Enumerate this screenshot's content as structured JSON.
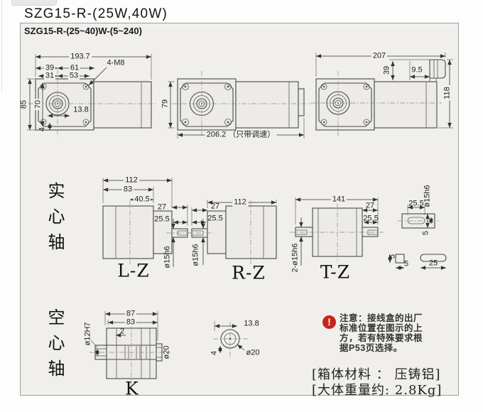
{
  "page": {
    "title": "SZG15-R-(25W,40W)",
    "subtitle": "SZG15-R-(25~40)W-(5~240)"
  },
  "row_labels": {
    "solid_shaft": "实心轴",
    "hollow_shaft": "空心轴"
  },
  "views": {
    "front": {
      "total_length": "193.7",
      "dim_39": "39",
      "dim_31": "31",
      "dim_61": "61",
      "dim_53": "53",
      "bolt_callout": "4-M8",
      "dim_85": "85",
      "dim_70": "70",
      "dim_79": "79",
      "dim_13_8": "13.8",
      "dim_4": "4"
    },
    "side": {
      "total_length": "206.2 （只带调速）"
    },
    "rear": {
      "total_length": "207",
      "dim_39": "39",
      "dim_9_5": "9.5",
      "dim_118": "118"
    },
    "lz": {
      "label": "L-Z",
      "dim_112": "112",
      "dim_83": "83",
      "dim_40_5": "40.5",
      "dim_27": "27",
      "dim_25_5": "25.5",
      "shaft_dia": "ø15h6"
    },
    "rz": {
      "label": "R-Z",
      "dim_112": "112",
      "dim_27": "27",
      "dim_25_5": "25.5",
      "shaft_dia": "ø15h6"
    },
    "tz": {
      "label": "T-Z",
      "dim_141": "141",
      "dim_27": "27",
      "dim_25_5": "25.5",
      "shaft_dia": "2-ø15h6"
    },
    "key_detail": {
      "dim_25_5": "25.5",
      "shaft_dia": "ø15h6",
      "key_width": "5",
      "section_h": "5",
      "section_w": "5",
      "key_length": "25"
    },
    "k": {
      "label": "K",
      "dim_87": "87",
      "dim_83": "83",
      "dim_2": "2",
      "bore_dia": "ø12H7",
      "hub_dia": "ø20"
    },
    "shaft_end": {
      "dim_13_8": "13.8",
      "dim_4": "4",
      "dia": "ø20"
    }
  },
  "note": {
    "icon": "!",
    "line1": "注意：接线盒的出厂",
    "line2": "标准位置在图示的上",
    "line3": "方，若有特殊要求根",
    "line4": "据P53页选择。"
  },
  "footer": {
    "material": "[箱体材料 ： 压铸铝]",
    "weight": "[大体重量约:  2.8Kg]"
  }
}
